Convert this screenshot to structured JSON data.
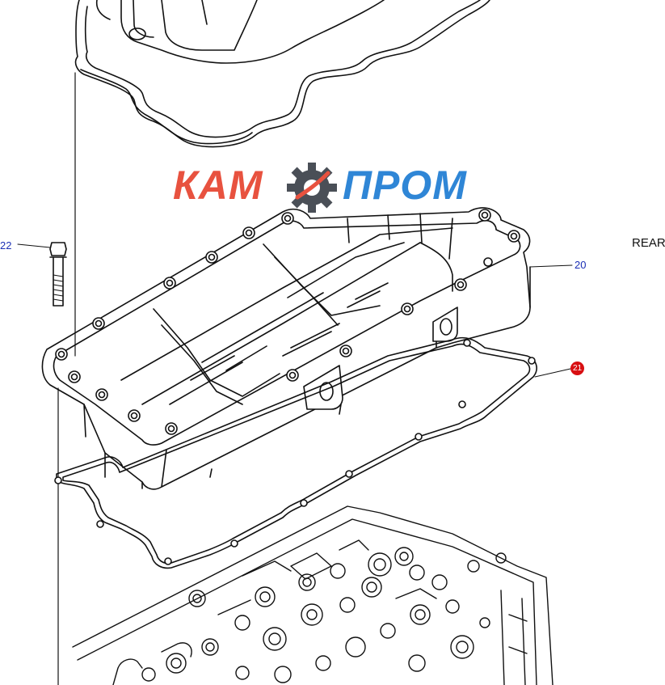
{
  "logo": {
    "part1": "КАМ",
    "part2": "ПРОМ",
    "color1": "#e8523f",
    "color2": "#2f86d6",
    "gear_color": "#4a4f57"
  },
  "callouts": {
    "bolt": "22",
    "cover": "20",
    "gasket": "21"
  },
  "direction_label": "REAR",
  "colors": {
    "line": "#111111",
    "callout_text": "#1b2fb5",
    "highlight": "#d80f12"
  }
}
